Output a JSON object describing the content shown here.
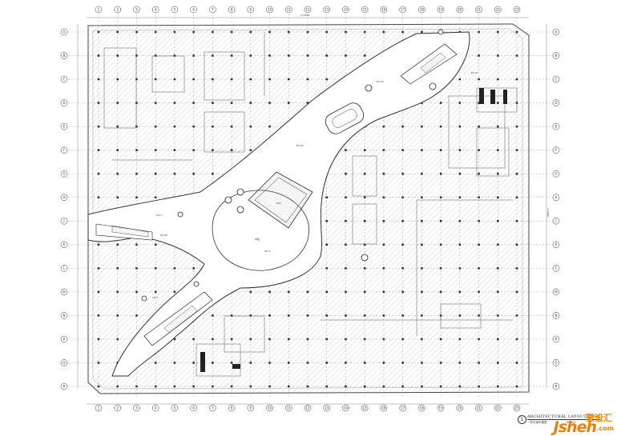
{
  "drawing": {
    "title": "ARCHITECTURAL LAYOUT PLAN",
    "subtitle": "一层平面布置图",
    "scale": "SCALE",
    "detail_number": "1"
  },
  "grid": {
    "columns": [
      "1",
      "2",
      "3",
      "4",
      "5",
      "6",
      "7",
      "8",
      "9",
      "10",
      "11",
      "12",
      "13",
      "14",
      "15",
      "16",
      "17",
      "18",
      "19",
      "20",
      "21",
      "22",
      "23"
    ],
    "rows": [
      "A",
      "B",
      "C",
      "D",
      "E",
      "F",
      "G",
      "H",
      "J",
      "K",
      "L",
      "M",
      "N",
      "P",
      "Q",
      "R"
    ],
    "dimension_top": "172800",
    "dimension_side": "118800"
  },
  "labels": {
    "central_atrium": "中庭",
    "escalator_tag": "ESC",
    "room_tags": [
      "ES-05",
      "ES-06",
      "ES-07",
      "ES-08",
      "SH-1",
      "SH-2",
      "SH-3"
    ]
  },
  "watermark": {
    "brand_cn": "聚设汇",
    "brand_main": "Jsheh",
    "brand_suffix": ".com"
  }
}
